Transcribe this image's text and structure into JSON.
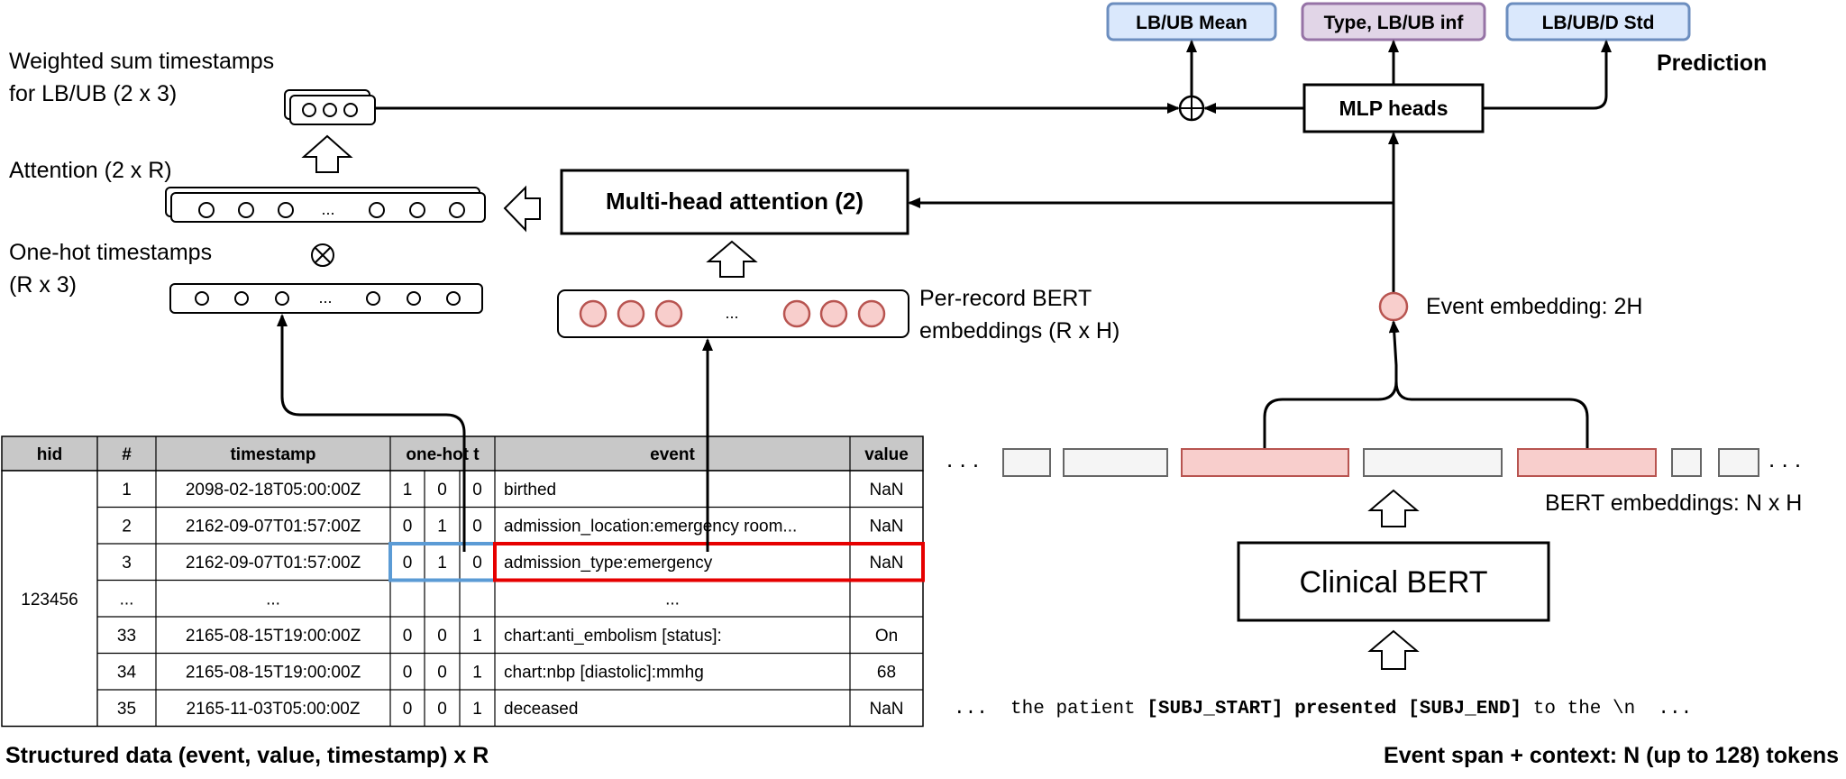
{
  "prediction": {
    "title": "Prediction",
    "mlp_heads": "MLP heads",
    "outputs": [
      "LB/UB Mean",
      "Type, LB/UB inf",
      "LB/UB/D Std"
    ],
    "output_colors": [
      "#dae8fc",
      "#e1d5e7",
      "#dae8fc"
    ]
  },
  "left": {
    "weighted_sum_line1": "Weighted sum timestamps",
    "weighted_sum_line2": "for LB/UB (2 x 3)",
    "attention": "Attention (2 x R)",
    "onehot_line1": "One-hot timestamps",
    "onehot_line2": "(R x 3)",
    "ellipsis": "..."
  },
  "mha": {
    "label": "Multi-head attention (2)",
    "per_record_line1": "Per-record BERT",
    "per_record_line2": "embeddings (R x H)",
    "ellipsis": "..."
  },
  "right": {
    "event_embedding": "Event embedding: 2H",
    "bert_embeddings": "BERT embeddings: N x H",
    "clinical_bert": "Clinical BERT",
    "ellipsis": ". . .",
    "token_ellipsis": "...",
    "context_tokens": [
      {
        "text": "the patient",
        "bold": false
      },
      {
        "text": "[SUBJ_START]",
        "bold": true
      },
      {
        "text": "presented",
        "bold": true
      },
      {
        "text": "[SUBJ_END]",
        "bold": true
      },
      {
        "text": "to the \\n",
        "bold": false
      }
    ],
    "caption": "Event span + context: N (up to 128) tokens"
  },
  "table": {
    "caption": "Structured data (event, value, timestamp) x R",
    "headers": [
      "hid",
      "#",
      "timestamp",
      "one-hot t",
      "event",
      "value"
    ],
    "hid": "123456",
    "rows": [
      {
        "n": "1",
        "ts": "2098-02-18T05:00:00Z",
        "oh": [
          "1",
          "0",
          "0"
        ],
        "event": "birthed",
        "value": "NaN"
      },
      {
        "n": "2",
        "ts": "2162-09-07T01:57:00Z",
        "oh": [
          "0",
          "1",
          "0"
        ],
        "event": "admission_location:emergency room...",
        "value": "NaN"
      },
      {
        "n": "3",
        "ts": "2162-09-07T01:57:00Z",
        "oh": [
          "0",
          "1",
          "0"
        ],
        "event": "admission_type:emergency",
        "value": "NaN"
      },
      {
        "n": "...",
        "ts": "...",
        "oh": [
          "",
          "",
          ""
        ],
        "event": "...",
        "value": ""
      },
      {
        "n": "33",
        "ts": "2165-08-15T19:00:00Z",
        "oh": [
          "0",
          "0",
          "1"
        ],
        "event": "chart:anti_embolism [status]:",
        "value": "On"
      },
      {
        "n": "34",
        "ts": "2165-08-15T19:00:00Z",
        "oh": [
          "0",
          "0",
          "1"
        ],
        "event": "chart:nbp [diastolic]:mmhg",
        "value": "68"
      },
      {
        "n": "35",
        "ts": "2165-11-03T05:00:00Z",
        "oh": [
          "0",
          "0",
          "1"
        ],
        "event": "deceased",
        "value": "NaN"
      }
    ]
  },
  "colors": {
    "red_fill": "#f8cecc",
    "red_stroke": "#b85450",
    "highlight_red": "#e60000",
    "highlight_blue": "#5b9bd5",
    "table_header": "#c8c8c8",
    "gray_box": "#f5f5f5"
  }
}
